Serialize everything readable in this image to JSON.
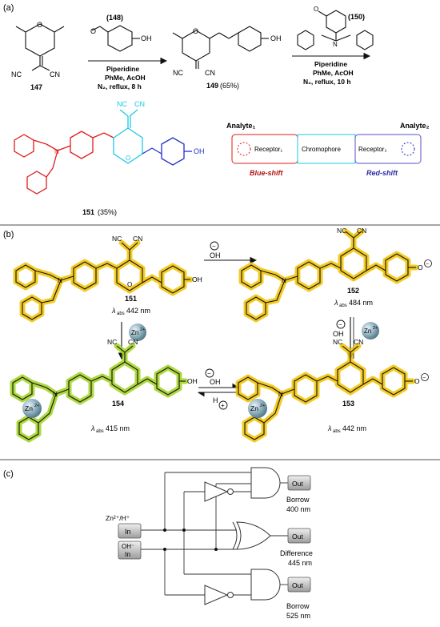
{
  "panels": {
    "a": "(a)",
    "b": "(b)",
    "c": "(c)"
  },
  "panel_a": {
    "c147": "147",
    "c148": "(148)",
    "c149": "149",
    "c149_yield": "(65%)",
    "c150": "(150)",
    "c151": "151",
    "c151_yield": "(35%)",
    "step1": [
      "Piperidine",
      "PhMe, AcOH",
      "N₂, reflux, 8 h"
    ],
    "step2": [
      "Piperidine",
      "PhMe, AcOH",
      "N₂, reflux, 10 h"
    ],
    "groups": {
      "cn": "NC",
      "cn2": "CN",
      "oh": "OH",
      "n": "N",
      "o": "O"
    },
    "scheme": {
      "analyte1": "Analyte₁",
      "analyte2": "Analyte₂",
      "receptor1": "Receptor₁",
      "chromophore": "Chromophore",
      "receptor2": "Receptor₂",
      "blue_shift": "Blue-shift",
      "red_shift": "Red-shift"
    }
  },
  "panel_b": {
    "c151": "151",
    "c152": "152",
    "c153": "153",
    "c154": "154",
    "abs151": "442 nm",
    "abs152": "484 nm",
    "abs153": "442 nm",
    "abs154": "415 nm",
    "lambda": "λ",
    "abs_sub": "abs",
    "zn": "Zn",
    "zn_charge": "2+",
    "oh_minus": "OH",
    "h_plus": "H",
    "minus": "−",
    "plus": "+",
    "o_minus": "O"
  },
  "panel_c": {
    "input_label": "Zn²⁺/H⁺",
    "in1": "In",
    "in2_top": "OH⁻",
    "in2": "In",
    "out": "Out",
    "outputs": [
      {
        "name": "Borrow",
        "wavelength": "400 nm"
      },
      {
        "name": "Difference",
        "wavelength": "445 nm"
      },
      {
        "name": "Borrow",
        "wavelength": "525 nm"
      }
    ]
  },
  "colors": {
    "highlight_yellow": "#f2c200",
    "highlight_green": "#a6d42c",
    "cyan": "#1ec8e6",
    "red": "#e01b1b",
    "blue": "#2230c8",
    "receptor2_border": "#5a4fc7",
    "zinc_ball": "#8fb1bf"
  }
}
